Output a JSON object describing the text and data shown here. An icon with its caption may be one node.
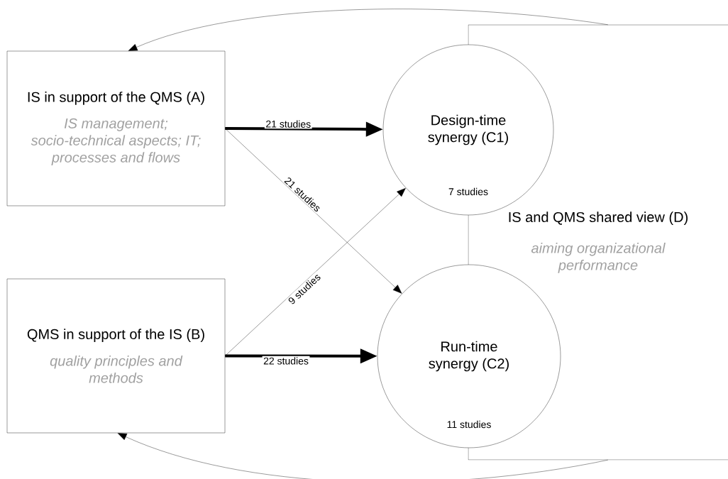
{
  "diagram": {
    "nodes": [
      {
        "text": [
          "IS in support of the QMS (A)",
          "IS management; socio-technical aspects; IT; processes and flows"
        ]
      },
      {
        "text": [
          "Design-time synergy (C1)",
          "7 studies"
        ]
      },
      {
        "text": [
          "IS and QMS shared view (D)",
          "aiming organizational performance"
        ]
      },
      {
        "text": [
          "QMS in support of the IS (B)",
          "quality principles and methods"
        ]
      },
      {
        "text": [
          "Run-time synergy (C2)",
          "11 studies"
        ]
      }
    ],
    "edges": [
      {
        "from": 0,
        "to": 1,
        "arrow": "to",
        "label": "21 studies",
        "style": "thick"
      },
      {
        "from": 0,
        "to": 4,
        "arrow": "to",
        "label": "21 studies"
      },
      {
        "from": 3,
        "to": 1,
        "arrow": "to",
        "label": "9 studies"
      },
      {
        "from": 3,
        "to": 4,
        "arrow": "to",
        "label": "22 studies",
        "style": "thick"
      },
      {
        "from": 2,
        "to": 0,
        "arrow": "to"
      },
      {
        "from": 2,
        "to": 3,
        "arrow": "to"
      }
    ]
  }
}
